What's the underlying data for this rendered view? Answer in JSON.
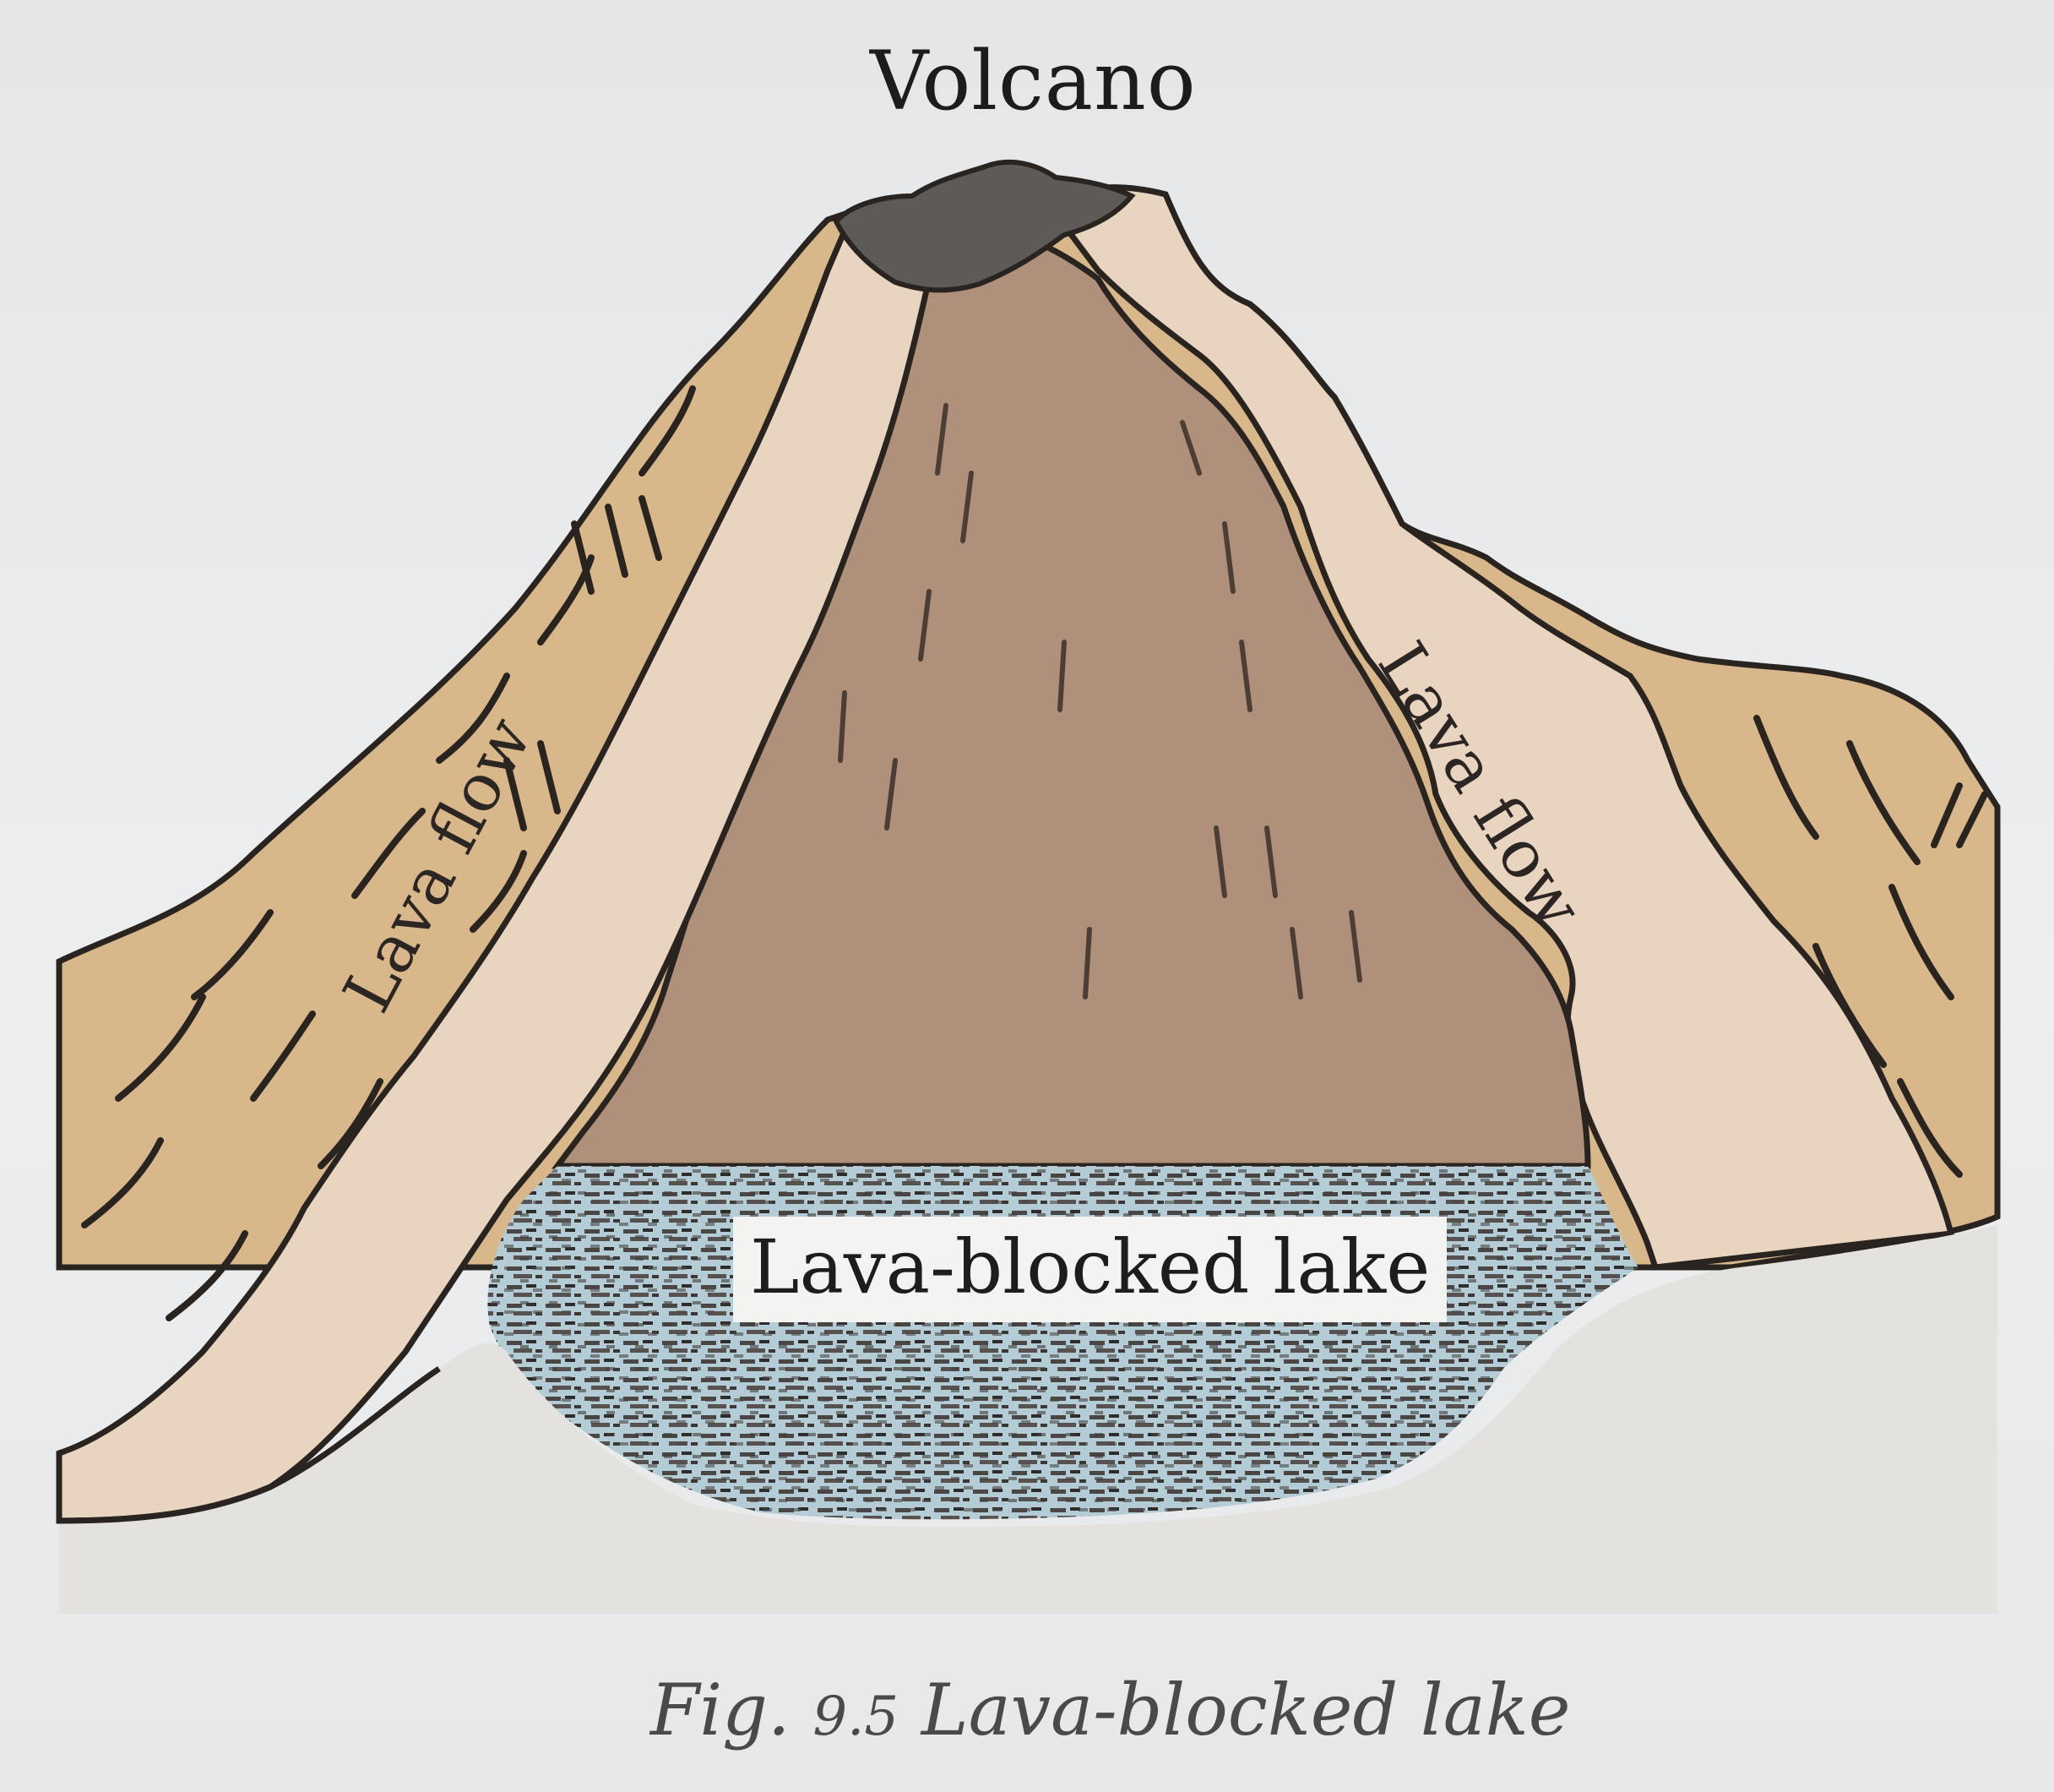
{
  "figure": {
    "title": "Volcano",
    "lava_flow_left": "Lava flow",
    "lava_flow_right": "Lava flow",
    "lake": "Lava-blocked lake",
    "caption_prefix": "Fig.",
    "caption_number": "9.5",
    "caption_text": "Lava-blocked lake"
  },
  "colors": {
    "mountain_tan": "#d9b98c",
    "lava_light": "#e8d3bb",
    "cone_brown": "#b0927d",
    "crater_dark": "#5e5a58",
    "lake_blue": "#a8c4cf",
    "ink": "#2a2420"
  }
}
